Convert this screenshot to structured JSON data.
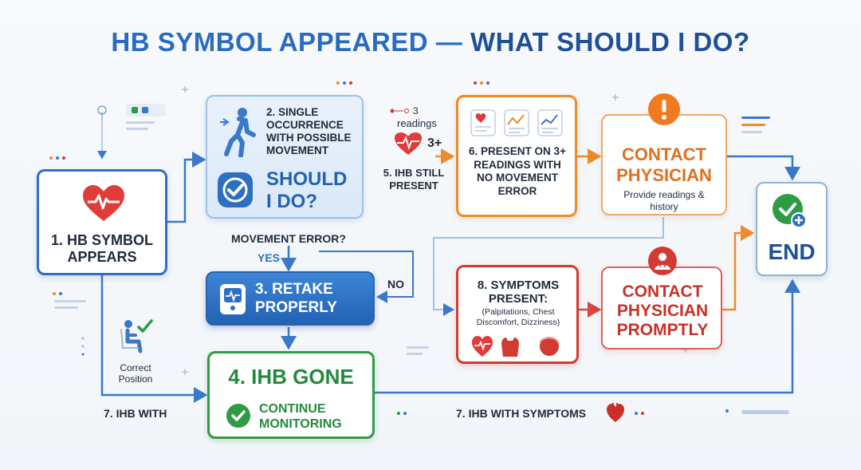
{
  "title": {
    "part1": "HB SYMBOL APPEARED",
    "dash": " — ",
    "part2": "WHAT SHOULD I DO?"
  },
  "steps": {
    "s1": {
      "label": "1. HB SYMBOL APPEARS"
    },
    "s2": {
      "label": "2. SINGLE OCCURRENCE WITH POSSIBLE MOVEMENT",
      "question": "SHOULD I DO?"
    },
    "s3": {
      "label": "3. RETAKE PROPERLY"
    },
    "s4": {
      "label": "4. IHB GONE",
      "sub": "CONTINUE MONITORING"
    },
    "s5": {
      "label": "5. IHB STILL PRESENT"
    },
    "s6": {
      "label": "6. PRESENT ON 3+ READINGS WITH NO MOVEMENT ERROR"
    },
    "s7a": {
      "label": "7. IHB WITH"
    },
    "s7b": {
      "label": "7. IHB WITH SYMPTOMS"
    },
    "s8": {
      "label": "8. SYMPTOMS PRESENT:",
      "sub": "(Palpitations, Chest Discomfort, Dizziness)"
    },
    "contact1": {
      "title": "CONTACT PHYSICIAN",
      "sub": "Provide readings & history"
    },
    "contact2": {
      "title": "CONTACT PHYSICIAN PROMPTLY"
    },
    "end": {
      "label": "END"
    }
  },
  "labels": {
    "movement_error": "MOVEMENT ERROR?",
    "yes": "YES",
    "no": "NO",
    "three": "3",
    "readings": "readings",
    "three_plus": "3+",
    "correct_position": "Correct Position"
  },
  "colors": {
    "blue": "#2d6fc2",
    "green": "#2e9b45",
    "orange": "#ef8a2b",
    "red": "#d13b33",
    "arrow_blue": "#3a78c9",
    "arrow_red": "#d9463d",
    "arrow_orange": "#ef8a2b"
  },
  "icons": [
    "heart-pulse-icon",
    "walking-person-icon",
    "check-circle-icon",
    "bp-monitor-icon",
    "seated-person-icon",
    "heart-rate-icon",
    "chart-card-icon",
    "alert-icon",
    "doctor-icon",
    "end-check-icon",
    "chest-icon",
    "head-icon",
    "heart-small-icon"
  ]
}
